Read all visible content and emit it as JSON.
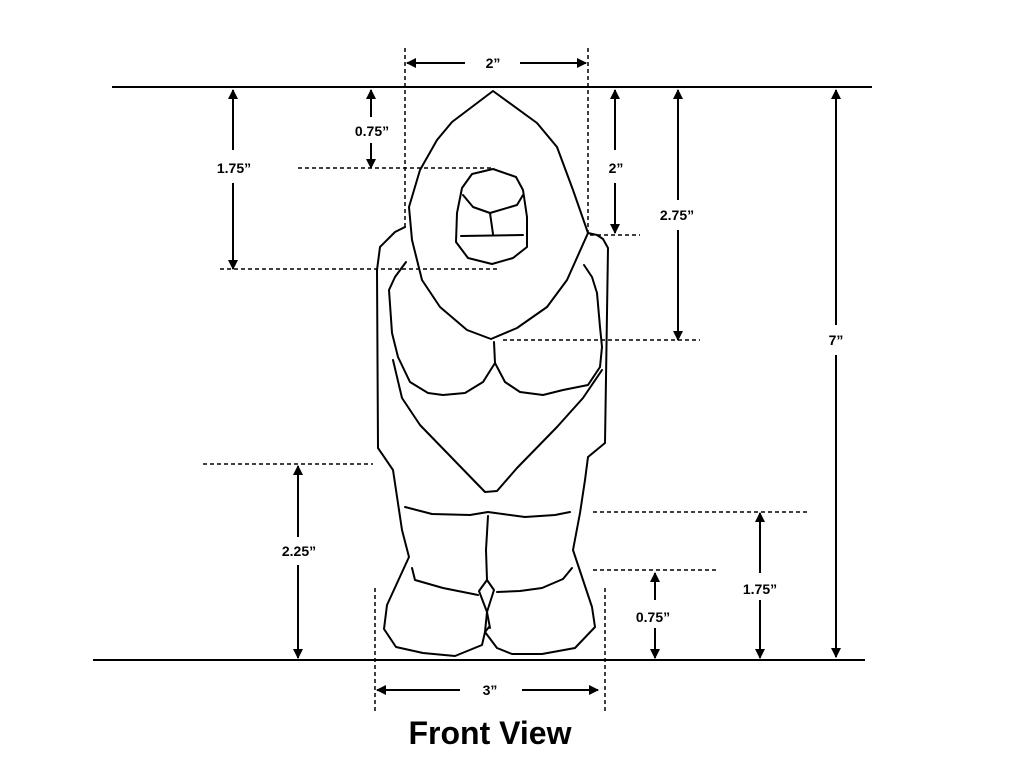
{
  "title": "Front View",
  "dimensions": {
    "hood_width": "2”",
    "hood_top_to_face": "0.75”",
    "top_to_chin": "1.75”",
    "hood_side_height": "2”",
    "hood_point_height": "2.75”",
    "total_height": "7”",
    "leg_height": "2.25”",
    "belt_height": "1.75”",
    "shoe_height": "0.75”",
    "base_width": "3”"
  }
}
